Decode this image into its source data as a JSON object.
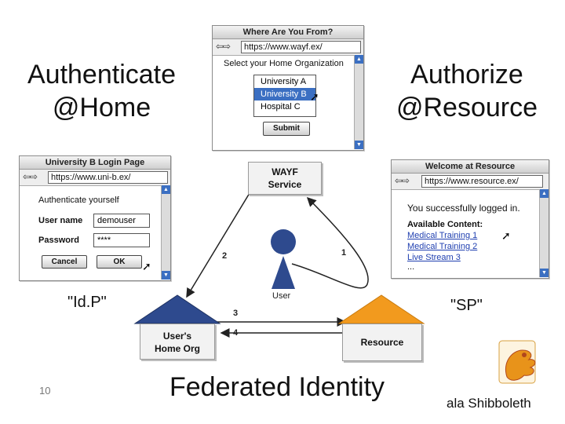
{
  "slide": {
    "left_heading": "Authenticate\n@Home",
    "right_heading": "Authorize\n@Resource",
    "idp_label": "\"Id.P\"",
    "sp_label": "\"SP\"",
    "title": "Federated Identity",
    "page_number": "10",
    "footer": "ala Shibboleth"
  },
  "wayf_window": {
    "title": "Where Are You From?",
    "url": "https://www.wayf.ex/",
    "prompt": "Select your Home Organization",
    "options": [
      "University A",
      "University B",
      "Hospital C"
    ],
    "selected_index": 1,
    "submit": "Submit"
  },
  "login_window": {
    "title": "University B Login Page",
    "url": "https://www.uni-b.ex/",
    "prompt": "Authenticate yourself",
    "username_label": "User name",
    "username_value": "demouser",
    "password_label": "Password",
    "password_value": "****",
    "cancel": "Cancel",
    "ok": "OK"
  },
  "resource_window": {
    "title": "Welcome at Resource",
    "url": "https://www.resource.ex/",
    "message": "You successfully logged in.",
    "available_label": "Available Content:",
    "links": [
      "Medical Training 1",
      "Medical Training 2",
      "Live Stream 3"
    ],
    "more": "..."
  },
  "diagram": {
    "wayf_node": "WAYF\nService",
    "home_node": "User's\nHome Org",
    "resource_node": "Resource",
    "user_label": "User",
    "steps": [
      "1",
      "2",
      "3",
      "4"
    ],
    "colors": {
      "home_roof": "#2e4a8e",
      "resource_roof": "#f29a1e",
      "user_fill": "#2e4a8e"
    }
  }
}
